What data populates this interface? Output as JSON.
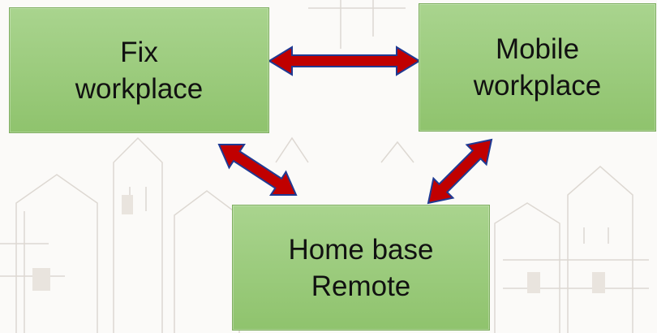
{
  "boxes": {
    "fix": {
      "line1": "Fix",
      "line2": "workplace"
    },
    "mobile": {
      "line1": "Mobile",
      "line2": "workplace"
    },
    "home": {
      "line1": "Home base",
      "line2": "Remote"
    }
  },
  "colors": {
    "box_fill": "#97c877",
    "arrow_fill": "#c00000",
    "arrow_outline": "#1f3a93"
  }
}
